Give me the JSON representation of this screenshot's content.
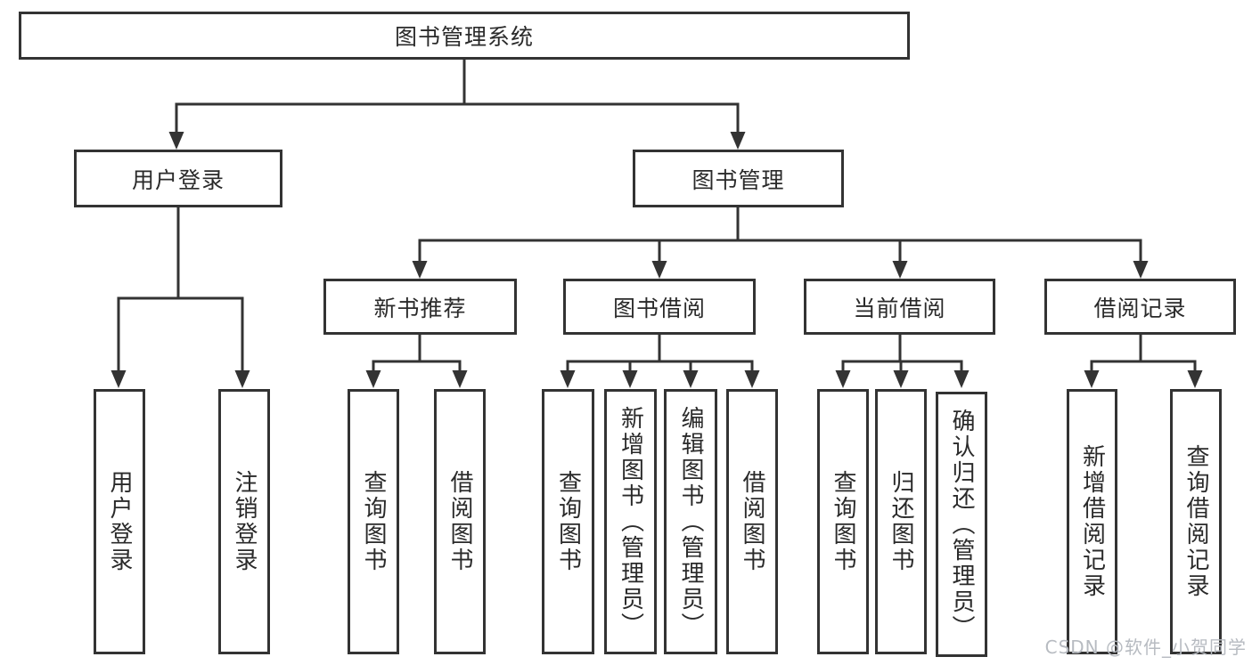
{
  "tree": {
    "root": {
      "label": "图书管理系统"
    },
    "branches": [
      {
        "label": "用户登录",
        "children": [
          {
            "label": "用户登录"
          },
          {
            "label": "注销登录"
          }
        ]
      },
      {
        "label": "图书管理",
        "children": [
          {
            "label": "新书推荐",
            "children": [
              {
                "label": "查询图书"
              },
              {
                "label": "借阅图书"
              }
            ]
          },
          {
            "label": "图书借阅",
            "children": [
              {
                "label": "查询图书"
              },
              {
                "label": "新增图书（管理员）"
              },
              {
                "label": "编辑图书（管理员）"
              },
              {
                "label": "借阅图书"
              }
            ]
          },
          {
            "label": "当前借阅",
            "children": [
              {
                "label": "查询图书"
              },
              {
                "label": "归还图书"
              },
              {
                "label": "确认归还（管理员）"
              }
            ]
          },
          {
            "label": "借阅记录",
            "children": [
              {
                "label": "新增借阅记录"
              },
              {
                "label": "查询借阅记录"
              }
            ]
          }
        ]
      }
    ]
  },
  "watermark": {
    "text": "CSDN @软件_小贺同学"
  },
  "colors": {
    "line": "#333333",
    "text": "#2a2a2a",
    "background": "#ffffff",
    "watermark": "#b7bbc1"
  }
}
